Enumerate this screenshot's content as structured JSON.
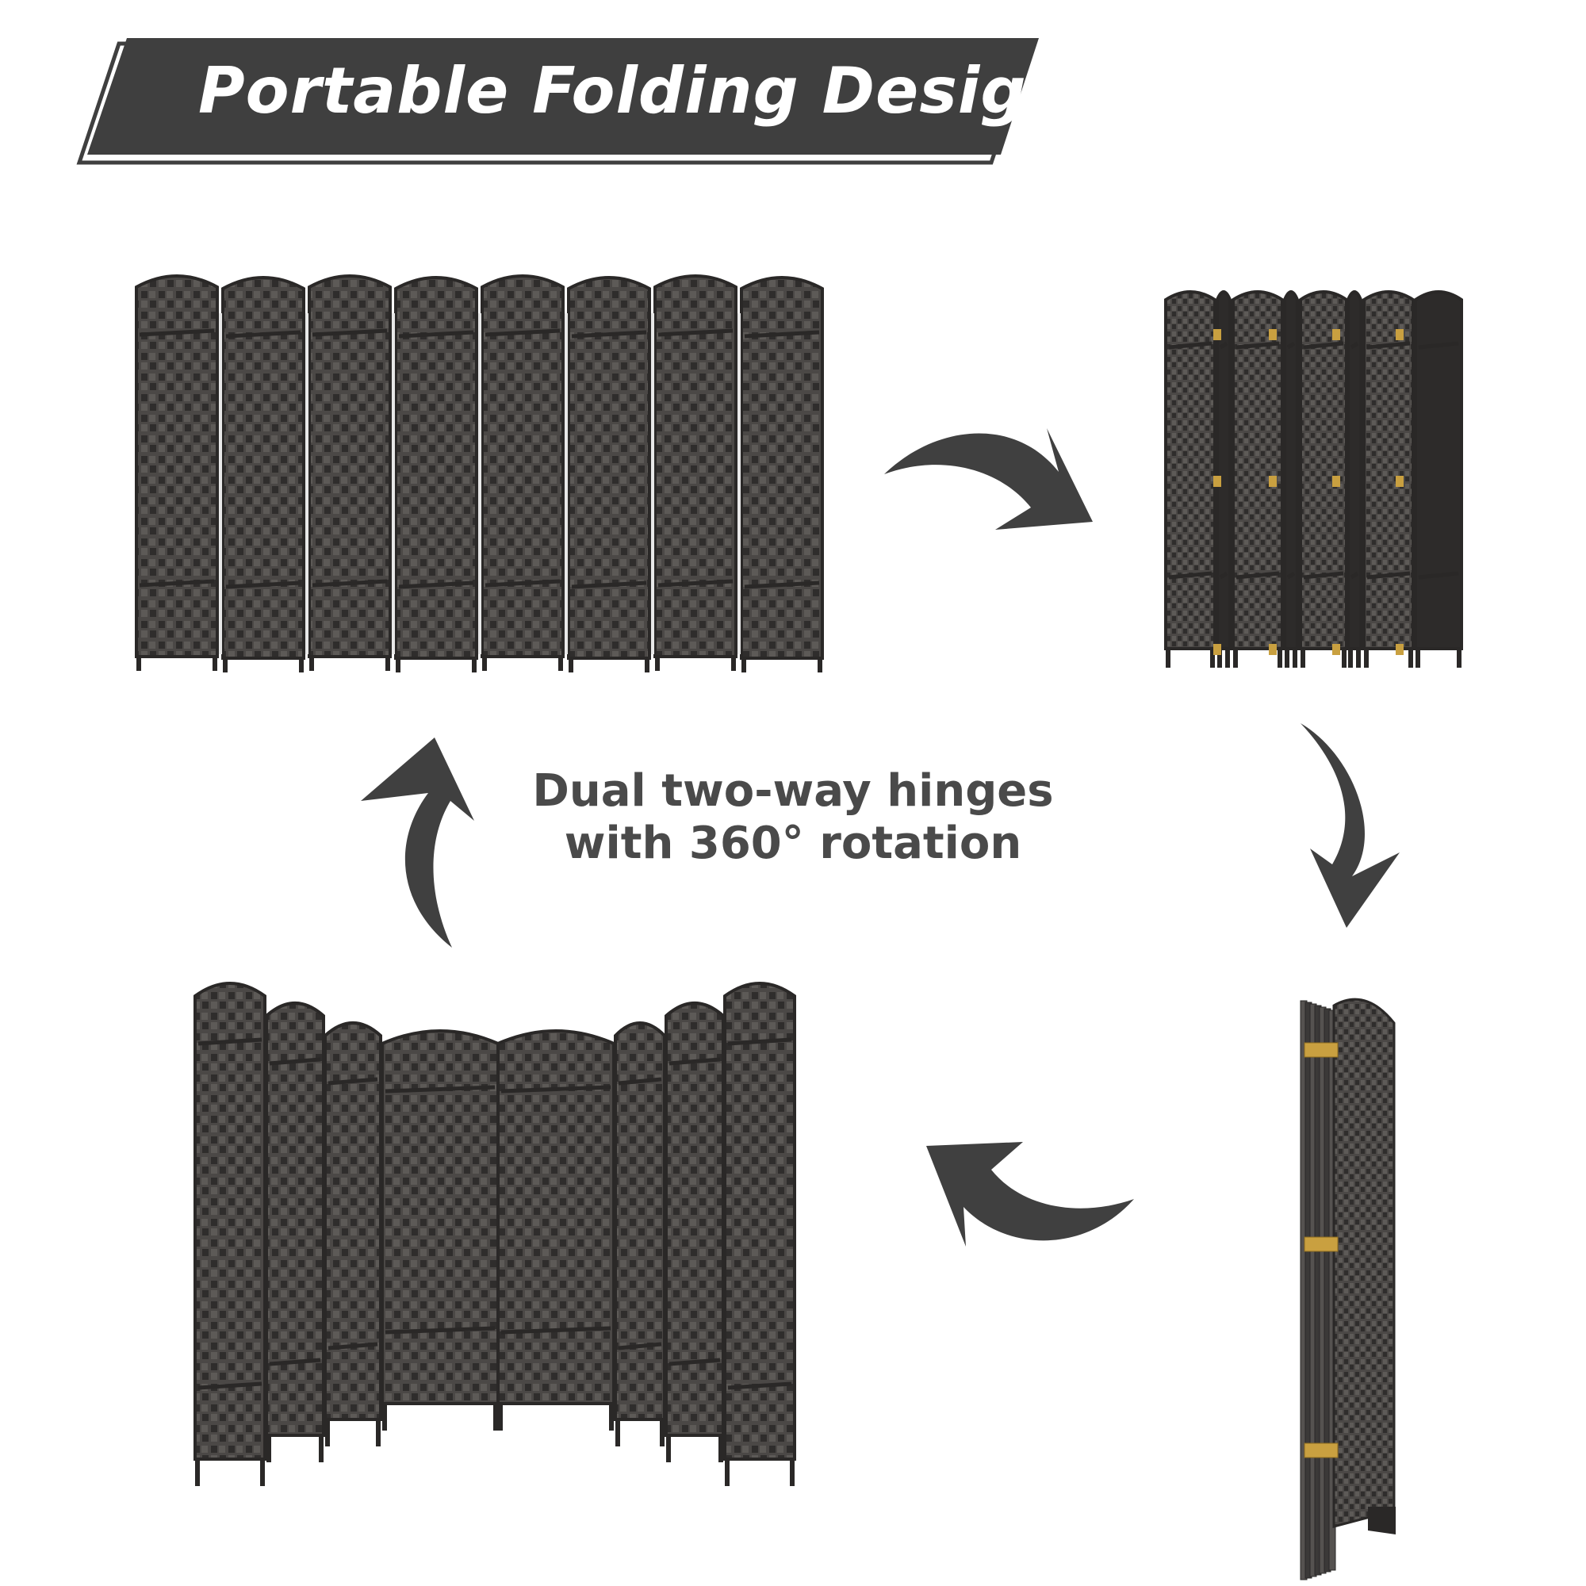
{
  "banner": {
    "title": "Portable Folding Design"
  },
  "caption": {
    "line1": "Dual two-way hinges",
    "line2": "with 360° rotation"
  },
  "colors": {
    "banner_fill": "#3f3f3f",
    "arrow_fill": "#404040",
    "panel_fill": "#4b4846",
    "panel_dark": "#353331",
    "hinge_gold": "#c9a040",
    "caption_text": "#4a4a4a"
  },
  "icons": [
    "curved-arrow-right",
    "curved-arrow-down",
    "curved-arrow-left",
    "curved-arrow-up"
  ]
}
